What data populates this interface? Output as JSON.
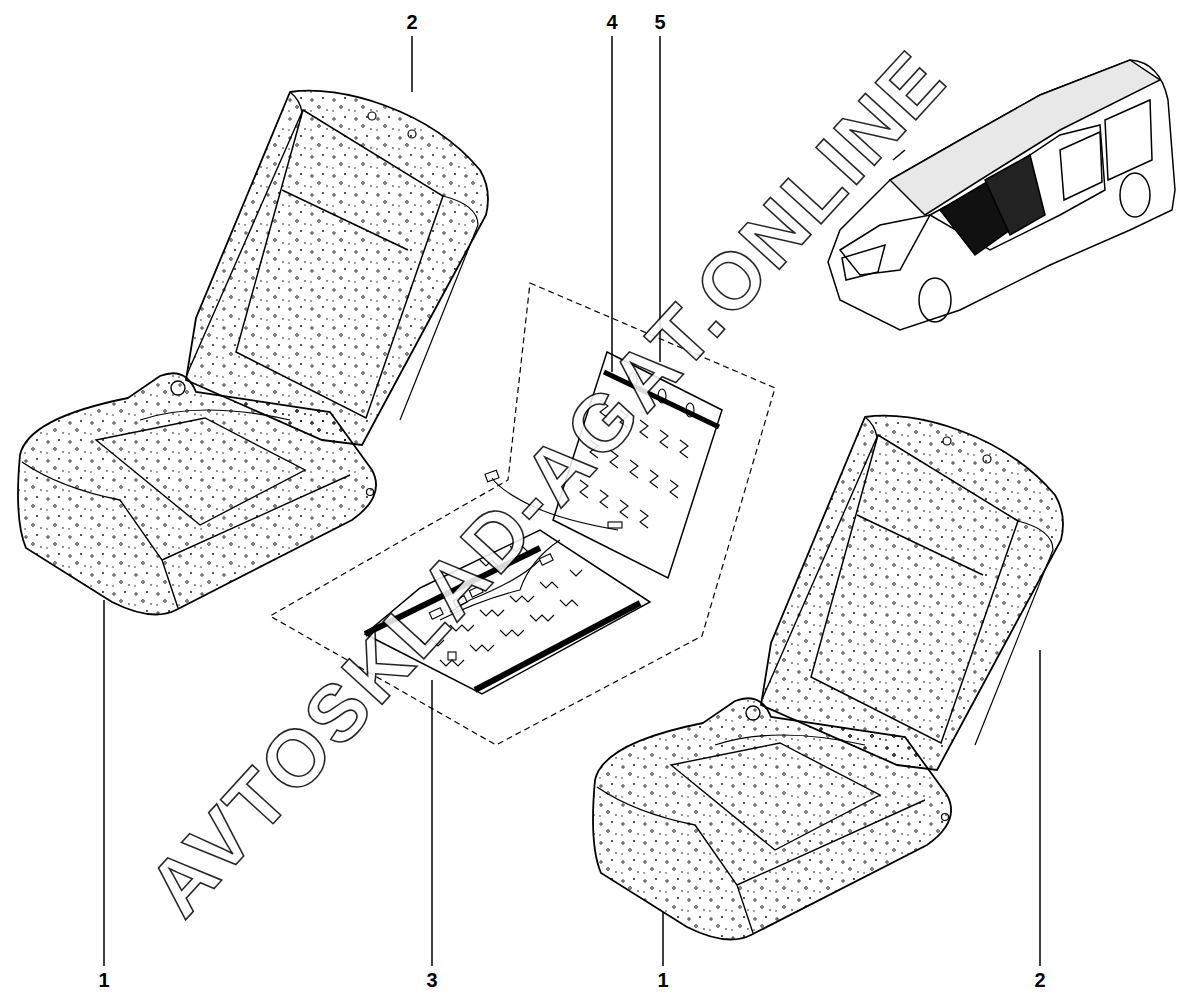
{
  "diagram": {
    "labels": [
      "2",
      "4",
      "5",
      "1",
      "3",
      "1",
      "2",
      "AVTOSKLAD-AGAT.ONLINE"
    ]
  }
}
